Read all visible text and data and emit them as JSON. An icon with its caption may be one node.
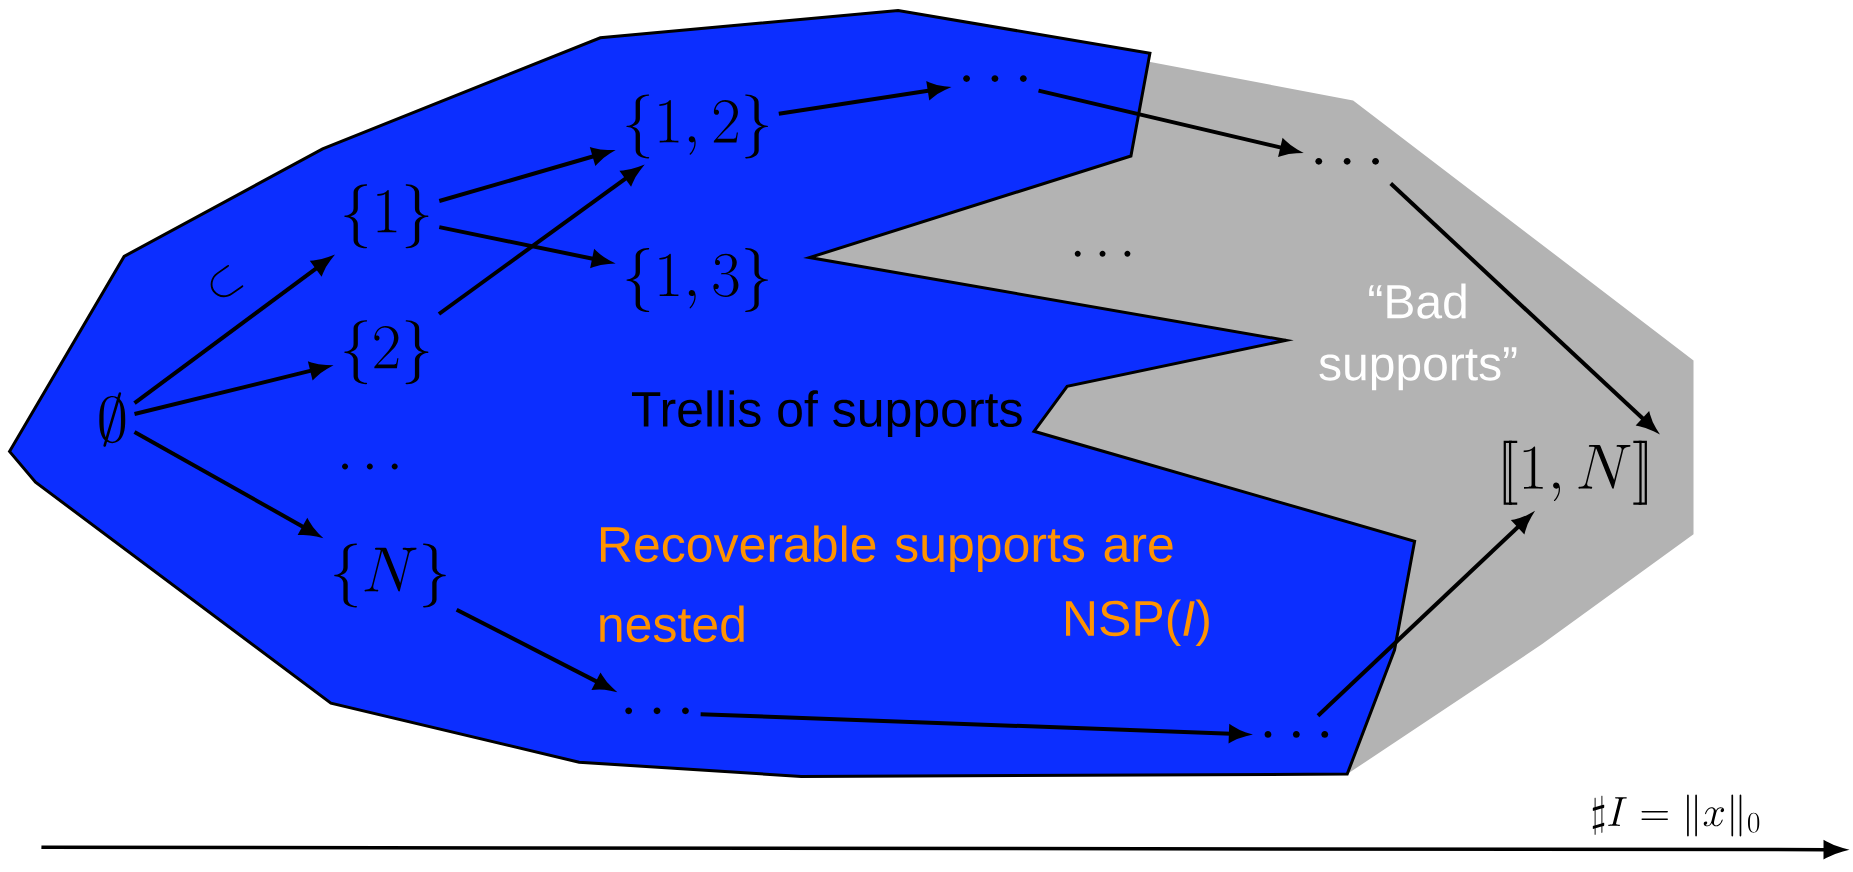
{
  "diagram": {
    "nodes": [
      {
        "text": [
          "\\emptyset"
        ]
      },
      {
        "text": [
          "\\{1\\}"
        ]
      },
      {
        "text": [
          "\\{2\\}"
        ]
      },
      {
        "text": [
          "\\{N\\}"
        ]
      },
      {
        "text": [
          "\\{1,2\\}"
        ]
      },
      {
        "text": [
          "\\{1,3\\}"
        ]
      },
      {
        "text": [
          "\\cdots"
        ]
      },
      {
        "text": [
          "\\cdots"
        ]
      },
      {
        "text": [
          "\\cdots"
        ]
      },
      {
        "text": [
          "\\cdots"
        ]
      },
      {
        "text": [
          "[\\![1,N]\\!]"
        ]
      }
    ],
    "edges": [
      {
        "from": 0,
        "to": 1,
        "arrow": "to"
      },
      {
        "from": 0,
        "to": 2,
        "arrow": "to"
      },
      {
        "from": 0,
        "to": 3,
        "arrow": "to"
      },
      {
        "from": 1,
        "to": 4,
        "arrow": "to"
      },
      {
        "from": 1,
        "to": 5,
        "arrow": "to"
      },
      {
        "from": 2,
        "to": 4,
        "arrow": "to"
      },
      {
        "from": 4,
        "to": 6,
        "arrow": "to"
      },
      {
        "from": 6,
        "to": 7,
        "arrow": "to"
      },
      {
        "from": 7,
        "to": 10,
        "arrow": "to"
      },
      {
        "from": 3,
        "to": 8,
        "arrow": "to"
      },
      {
        "from": 8,
        "to": 9,
        "arrow": "to"
      },
      {
        "from": 9,
        "to": 10,
        "arrow": "to"
      }
    ],
    "labels": [
      "\\subset",
      "\\cdots",
      "\\cdots",
      "Trellis of supports",
      "Recoverable supports are nested",
      "NSP(*I*)",
      "“Bad supports”",
      "\\sharp I = \\|x\\|_0"
    ]
  }
}
